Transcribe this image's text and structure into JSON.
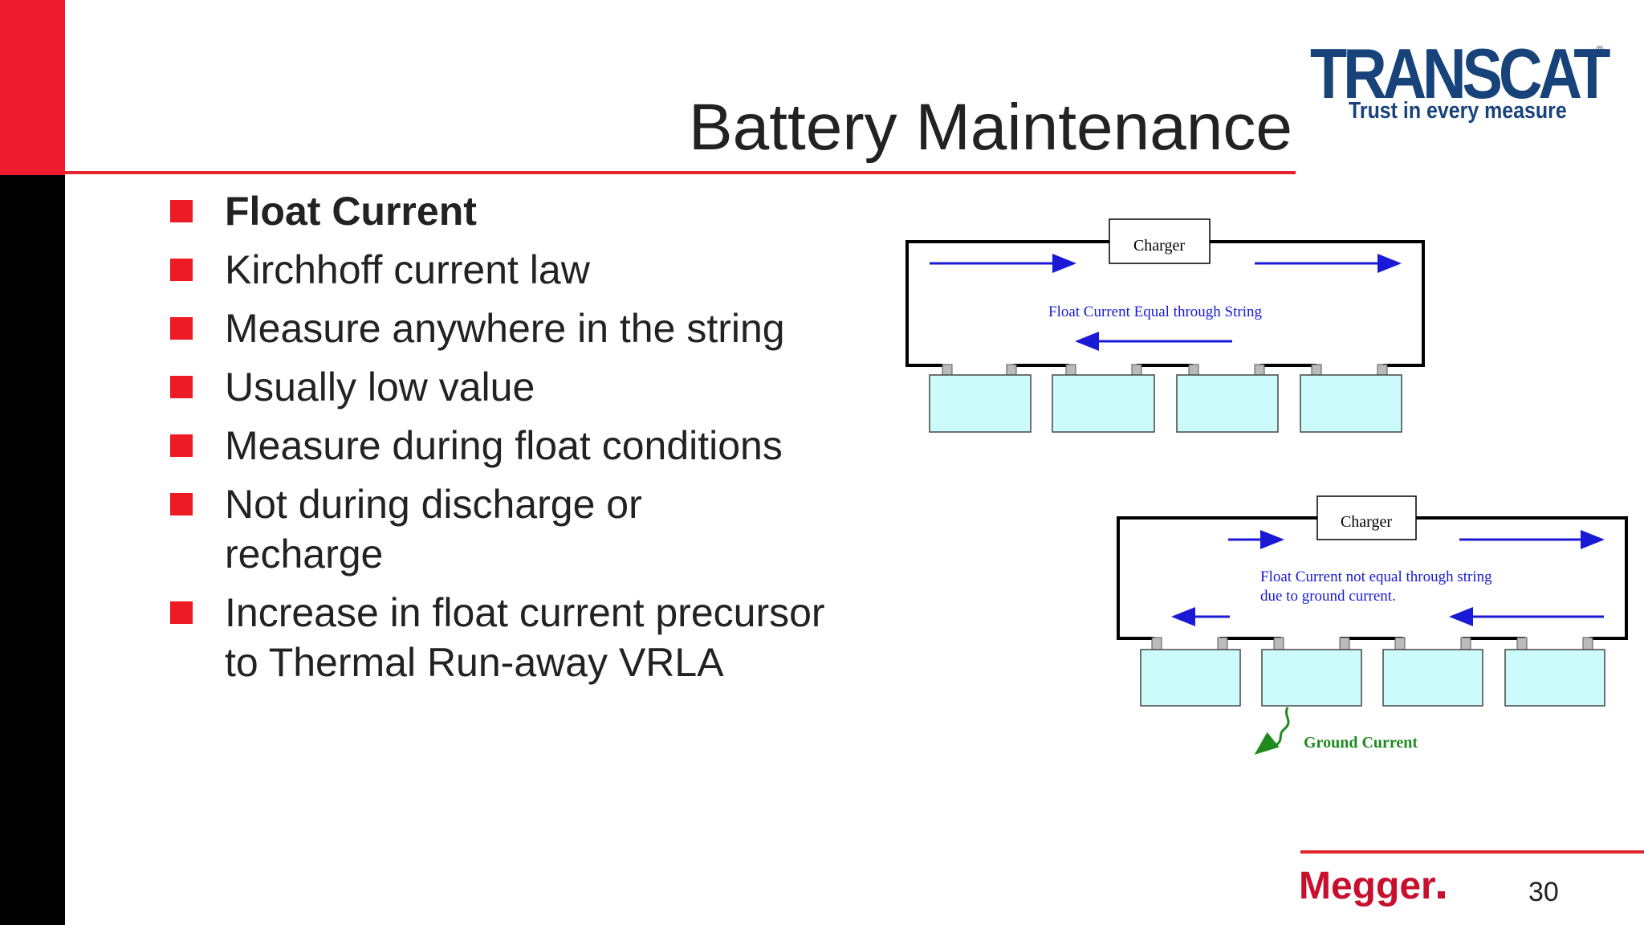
{
  "slide": {
    "title": "Battery Maintenance",
    "page_number": "30",
    "footer_brand": "Megger",
    "accent_color": "#ec1b24"
  },
  "logo": {
    "wordmark": "TRANSCAT",
    "registered_mark": "®",
    "tagline": "Trust in every measure",
    "color": "#17427a"
  },
  "bullets": [
    {
      "text": "Float Current",
      "bold": true
    },
    {
      "text": "Kirchhoff current law",
      "bold": false
    },
    {
      "text": "Measure anywhere in the string",
      "bold": false
    },
    {
      "text": "Usually low value",
      "bold": false
    },
    {
      "text": "Measure during float conditions",
      "bold": false
    },
    {
      "text": "Not during discharge or recharge",
      "bold": false
    },
    {
      "text": "Increase in float current precursor to Thermal Run-away VRLA",
      "bold": false
    }
  ],
  "diagram_top": {
    "charger_label": "Charger",
    "caption": "Float Current Equal through String",
    "battery_count": 4
  },
  "diagram_bottom": {
    "charger_label": "Charger",
    "caption_line1": "Float Current not equal through string",
    "caption_line2": "due to ground current.",
    "ground_label": "Ground Current",
    "battery_count": 4
  },
  "colors": {
    "battery_fill": "#ccfbfc",
    "arrow": "#1a1ad6",
    "ground": "#1f8a1f"
  }
}
